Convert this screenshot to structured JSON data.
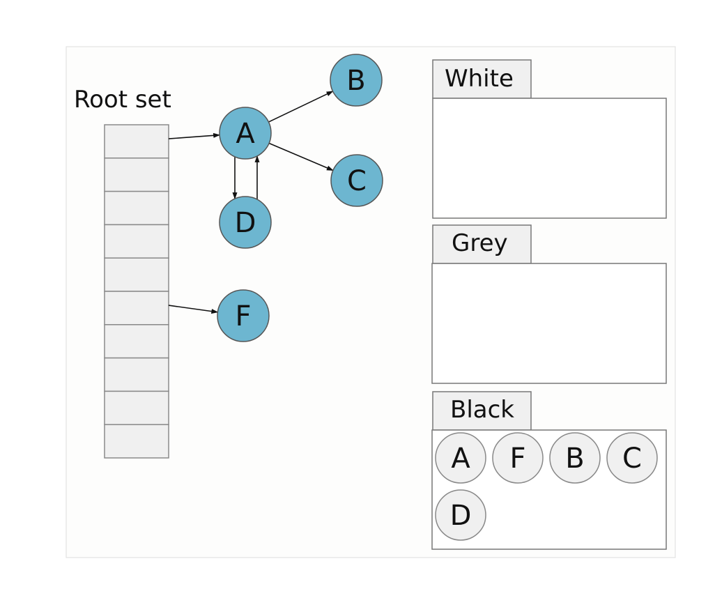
{
  "root_set": {
    "label": "Root set",
    "slot_count": 10
  },
  "graph": {
    "nodes": [
      {
        "id": "A",
        "label": "A"
      },
      {
        "id": "B",
        "label": "B"
      },
      {
        "id": "C",
        "label": "C"
      },
      {
        "id": "D",
        "label": "D"
      },
      {
        "id": "F",
        "label": "F"
      }
    ],
    "edges": [
      {
        "from": "root-slot-1",
        "to": "A"
      },
      {
        "from": "root-slot-6",
        "to": "F"
      },
      {
        "from": "A",
        "to": "B"
      },
      {
        "from": "A",
        "to": "C"
      },
      {
        "from": "A",
        "to": "D"
      },
      {
        "from": "D",
        "to": "A"
      }
    ]
  },
  "sets": {
    "white": {
      "label": "White",
      "members": []
    },
    "grey": {
      "label": "Grey",
      "members": []
    },
    "black": {
      "label": "Black",
      "members": [
        "A",
        "F",
        "B",
        "C",
        "D"
      ]
    }
  },
  "colors": {
    "node_fill": "#6db6d0",
    "set_member_fill": "#f0f0f0",
    "slot_fill": "#f0f0f0",
    "stroke": "#555555",
    "text": "#111111",
    "panel_background": "#fdfdfc",
    "panel_border": "#dddddd"
  }
}
